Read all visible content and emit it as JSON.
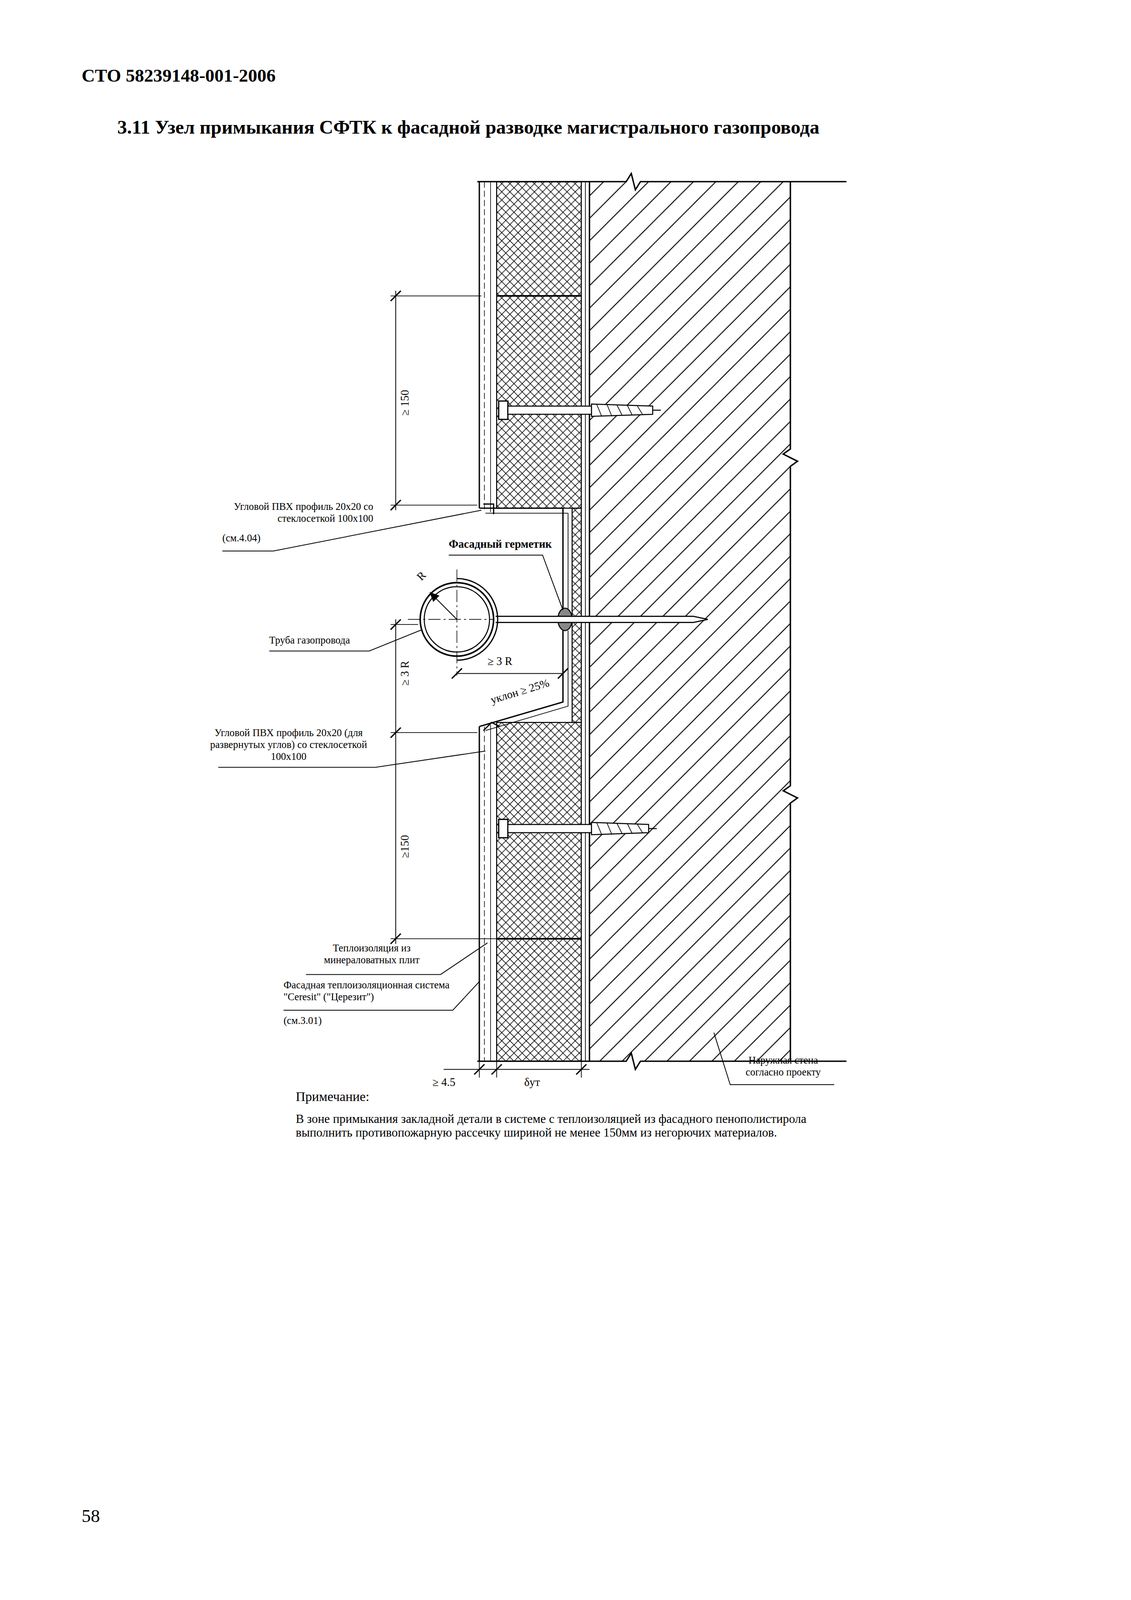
{
  "diagram": {
    "title": "3.11 Узел примыкания СФТК к фасадной разводке магистрального газопровода",
    "labels": [
      "СТО 58239148-001-2006",
      "≥ 150",
      "Угловой ПВХ профиль 20х20 со стеклосеткой 100х100",
      "(см.4.04)",
      "Фасадный герметик",
      "R",
      "Труба газопровода",
      "≥ 3 R",
      "≥ 3 R",
      "уклон ≥ 25%",
      "Угловой ПВХ профиль 20х20 (для развернутых углов) со стеклосеткой 100х100",
      "≥150",
      "Теплоизоляция из минераловатных плит",
      "Фасадная теплоизоляционная система \"Ceresit\" (\"Церезит\")",
      "(см.3.01)",
      "≥ 4.5",
      "δут",
      "Наружная стена согласно проекту",
      "Примечание:",
      "В зоне примыкания закладной детали в системе с теплоизоляцией из фасадного пенополистирола выполнить противопожарную рассечку шириной не менее 150мм из негорючих материалов.",
      "58"
    ]
  }
}
